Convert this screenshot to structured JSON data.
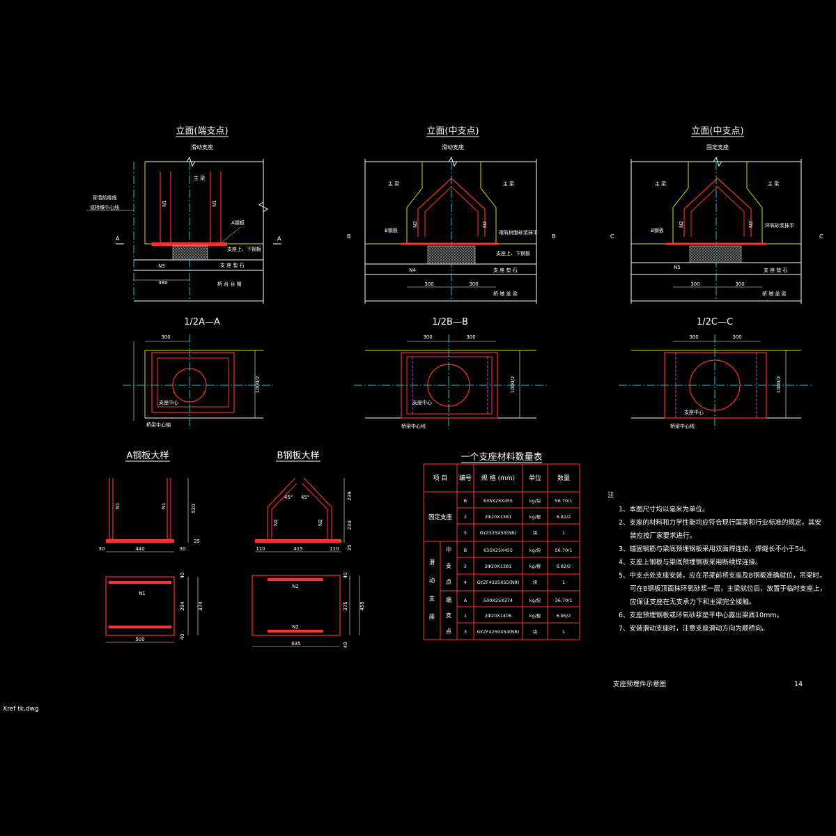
{
  "views": {
    "elev_end": {
      "title": "立面(端支点)",
      "sub": "滑动支座",
      "main": "主 梁",
      "left1": "背墙前缘线",
      "left2": "或桥墩中心线",
      "n1a": "N1",
      "n1b": "N1",
      "plate": "A钢板",
      "plates": "支座上、下钢板",
      "stone": "支 座 垫 石",
      "cap": "桥 台 台 帽",
      "n": "N3",
      "dim": "380",
      "secL": "A",
      "secR": "A"
    },
    "elev_mid_slide": {
      "title": "立面(中支点)",
      "sub": "滑动支座",
      "mainL": "主 梁",
      "mainR": "主 梁",
      "n2a": "N2",
      "n2b": "N2",
      "plate": "B钢板",
      "mortar": "環氧树脂砂浆抹平",
      "plates": "支座上、下钢板",
      "stone": "支 座 垫 石",
      "cap": "桥 墩 盖 梁",
      "n": "N4",
      "d1": "300",
      "d2": "300",
      "secL": "B",
      "secR": "B"
    },
    "elev_mid_fix": {
      "title": "立面(中支点)",
      "sub": "固定支座",
      "mainL": "主 梁",
      "mainR": "主 梁",
      "n2a": "N2",
      "n2b": "N2",
      "plate": "B钢板",
      "mortar": "环氧砂浆抹平",
      "stone": "支 座 垫 石",
      "cap": "桥 墩 盖 梁",
      "n": "N5",
      "d1": "300",
      "d2": "300",
      "secL": "C",
      "secR": "C"
    }
  },
  "plans": {
    "a": {
      "title": "1/2A—A",
      "dim": "300",
      "vdim": "1000/2",
      "center": "支座中心",
      "axis": "桥梁中心轴"
    },
    "b": {
      "title": "1/2B—B",
      "d1": "300",
      "d2": "300",
      "vdim": "1000/2",
      "center": "支座中心",
      "axis": "桥梁中心线"
    },
    "c": {
      "title": "1/2C—C",
      "d1": "300",
      "d2": "300",
      "vdim": "1000/2",
      "center": "支座中心",
      "axis": "桥梁中心线"
    }
  },
  "detailA": {
    "title": "A钢板大样",
    "n1a": "N1",
    "n1b": "N1",
    "n1c": "N1",
    "h": "520",
    "t": "25",
    "w1": "30",
    "w2": "440",
    "w3": "30",
    "top": "40",
    "mid": "294",
    "bot": "40",
    "total": "374",
    "width": "500"
  },
  "detailB": {
    "title": "B钢板大样",
    "n2a": "N2",
    "n2b": "N2",
    "n2c": "N2",
    "n2d": "N2",
    "angle1": "45°",
    "angle2": "45°",
    "h1": "239",
    "h2": "230",
    "t": "25",
    "w1": "110",
    "w2": "415",
    "w3": "110",
    "top": "40",
    "mid": "375",
    "bot": "40",
    "total": "455",
    "width": "635"
  },
  "table": {
    "title": "一个支座材料数量表",
    "headers": [
      "项 目",
      "编号",
      "规 格 (mm)",
      "单位",
      "数量"
    ],
    "group_fixed": "固定支座",
    "group_slide": [
      "滑",
      "动",
      "支",
      "座"
    ],
    "mid": [
      "中",
      "支",
      "点"
    ],
    "end": [
      "端",
      "支",
      "点"
    ],
    "rows": [
      {
        "no": "B",
        "spec": "635X25X455",
        "unit": "kg/块",
        "qty": "56.70/1"
      },
      {
        "no": "2",
        "spec": "2Φ20X1381",
        "unit": "kg/根",
        "qty": "6.82/2"
      },
      {
        "no": "5",
        "spec": "GYZ325X55(NR)",
        "unit": "块",
        "qty": "1"
      },
      {
        "no": "B",
        "spec": "635X25X455",
        "unit": "kg/块",
        "qty": "56.70/1"
      },
      {
        "no": "2",
        "spec": "2Φ20X1381",
        "unit": "kg/根",
        "qty": "6.82/2"
      },
      {
        "no": "4",
        "spec": "GYZF4325X55(NR)",
        "unit": "块",
        "qty": "1"
      },
      {
        "no": "A",
        "spec": "500X25X374",
        "unit": "kg/块",
        "qty": "36.70/1"
      },
      {
        "no": "1",
        "spec": "2Φ20X1406",
        "unit": "kg/根",
        "qty": "6.95/2"
      },
      {
        "no": "3",
        "spec": "GYZF4250X54(NR)",
        "unit": "块",
        "qty": "1"
      }
    ]
  },
  "notes": {
    "head": "注",
    "lines": [
      "1、本图尺寸均以毫米为单位。",
      "2、支座的材料和力学性能均应符合现行国家和行业标准的规定，其安",
      "装应按厂家要求进行。",
      "3、锚固钢筋与梁底预埋钢板采用双面焊连接，焊缝长不小于5d。",
      "4、支座上钢板与梁底预埋钢板采用断续焊连接。",
      "5、中支点处支座安装，应在吊梁前将支座及B钢板准确就位，吊梁时，",
      "可在B钢板顶面抹环氧砂浆一层，主梁就位后，放置于临时支座上，",
      "应保证支座在无支承力下和主梁完全接触。",
      "6、支座预埋钢板或环氧砂浆垫平中心露出梁底10mm。",
      "7、安装滑动支座时，注意支座滑动方向为顺桥向。"
    ]
  },
  "footer": {
    "drawing_title": "支座预埋件示意图",
    "page": "14",
    "xref": "Xref tk.dwg"
  }
}
